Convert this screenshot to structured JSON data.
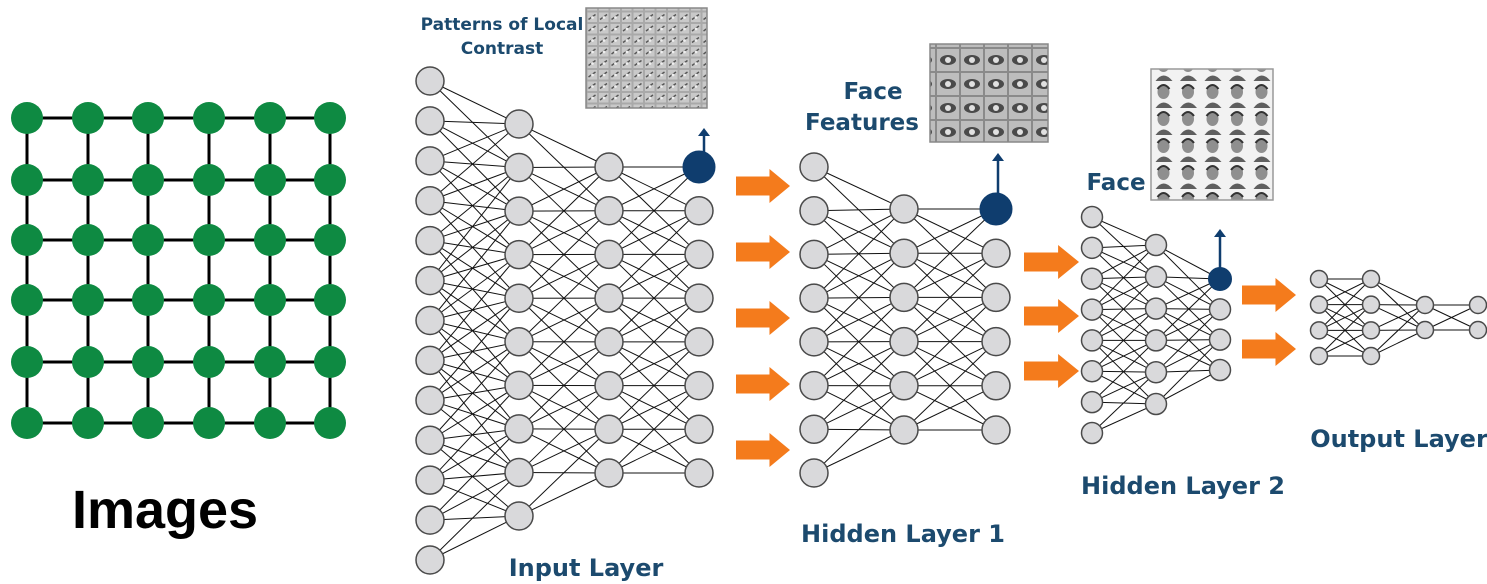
{
  "images_label": "Images",
  "patterns_label_line1": "Patterns of Local",
  "patterns_label_line2": "Contrast",
  "face_features_line1": "Face",
  "face_features_line2": "Features",
  "face_label": "Face",
  "input_layer_label": "Input Layer",
  "hidden_layer1_label": "Hidden Layer 1",
  "hidden_layer2_label": "Hidden Layer 2",
  "output_layer_label": "Output Layer",
  "colors": {
    "grid_node": "#0e8a42",
    "neuron_fill": "#d9d9db",
    "neuron_highlight": "#0f3d6e",
    "arrow": "#f47b1c",
    "label_text": "#1c4a6e",
    "edge": "#111111"
  },
  "icons": {
    "patterns_thumbnail": "local-contrast-filters-icon",
    "face_features_thumbnail": "face-features-icon",
    "faces_thumbnail": "faces-collage-icon"
  }
}
